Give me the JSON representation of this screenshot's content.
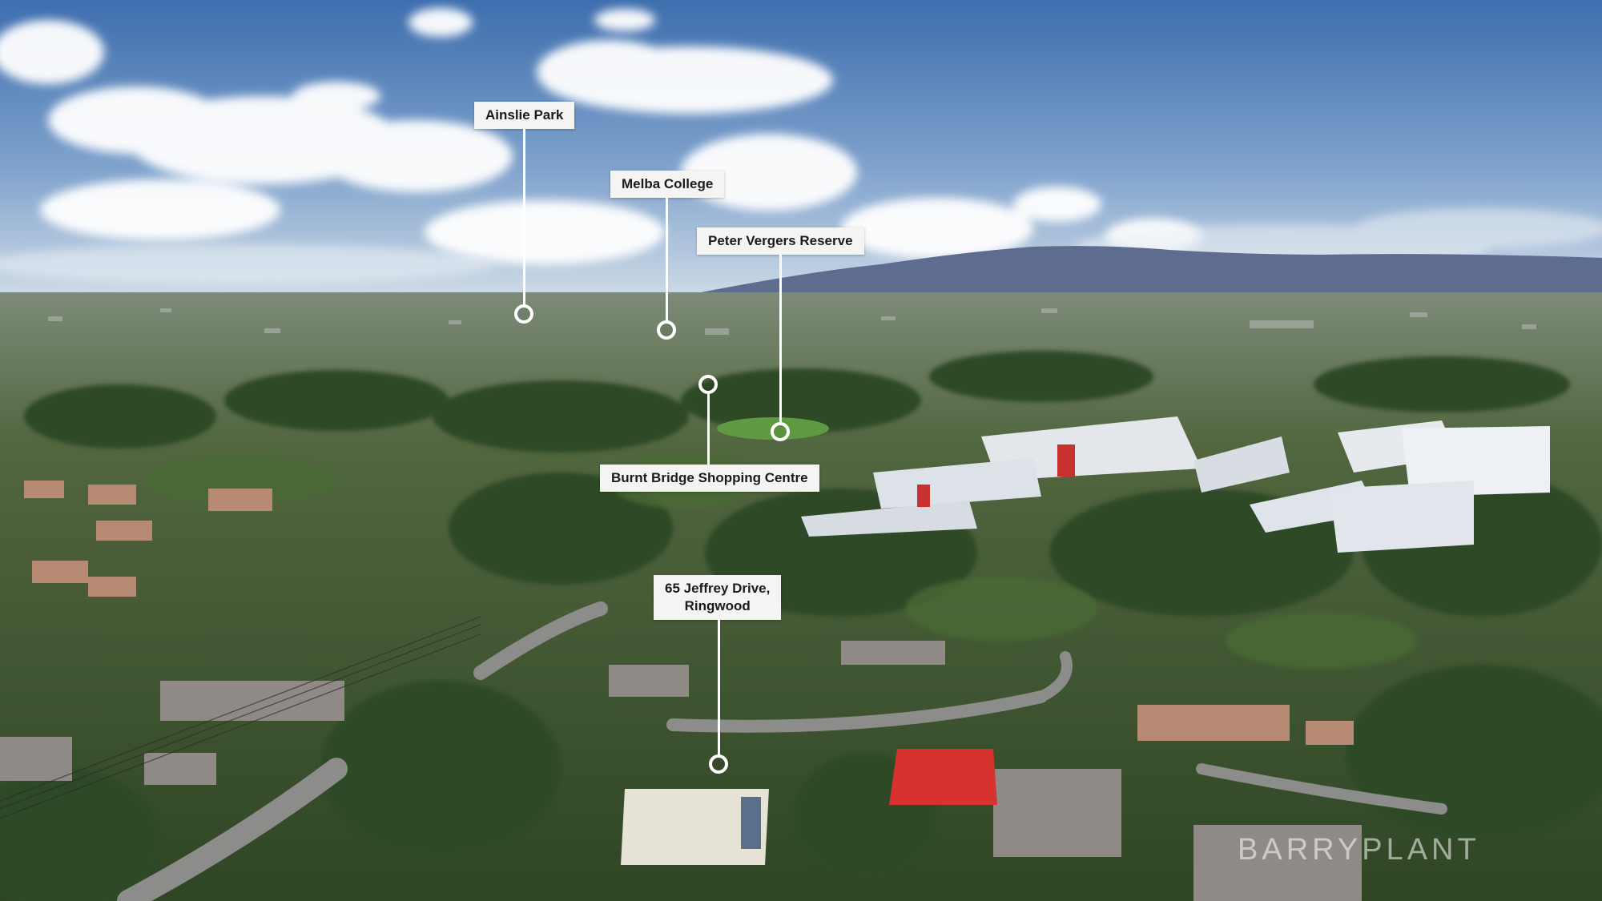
{
  "photo": {
    "colors": {
      "sky_top": "#3f6fae",
      "sky_horizon": "#cfdbe7",
      "mountains": "#5c6b8e",
      "trees": "#3d5a2f",
      "callout": "#f4f4f2"
    },
    "callouts": [
      {
        "id": "ainslie-park",
        "label": "Ainslie Park"
      },
      {
        "id": "melba-college",
        "label": "Melba College"
      },
      {
        "id": "peter-vergers-reserve",
        "label": "Peter Vergers Reserve"
      },
      {
        "id": "burnt-bridge-shopping-centre",
        "label": "Burnt Bridge Shopping Centre"
      },
      {
        "id": "subject-property",
        "line1": "65 Jeffrey Drive,",
        "line2": "Ringwood"
      }
    ],
    "watermark": "BARRYPLANT"
  }
}
